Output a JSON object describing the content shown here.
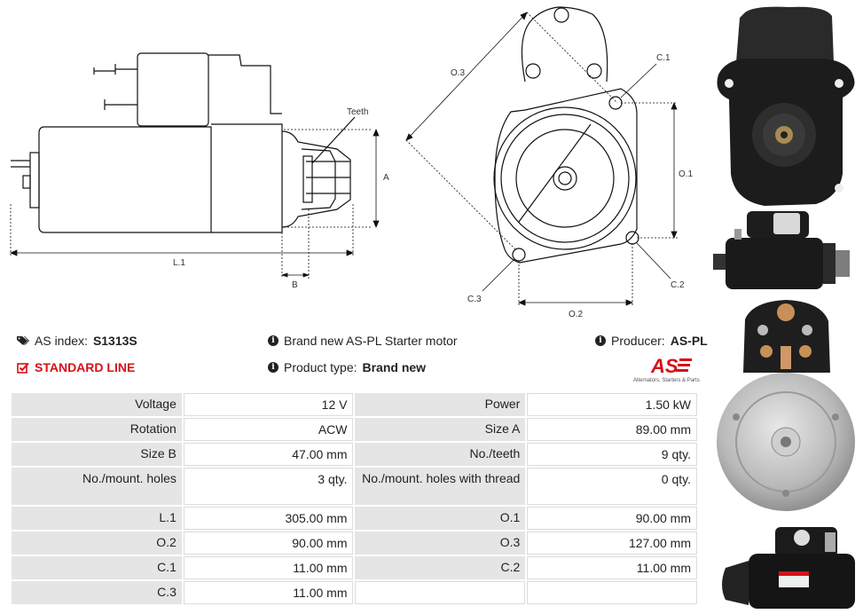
{
  "drawing": {
    "label_teeth": "Teeth",
    "label_a": "A",
    "label_b": "B",
    "label_l1": "L.1",
    "label_o1": "O.1",
    "label_o2": "O.2",
    "label_o3": "O.3",
    "label_c1": "C.1",
    "label_c2": "C.2",
    "label_c3": "C.3"
  },
  "info": {
    "as_index_label": "AS index:",
    "as_index_value": "S1313S",
    "standard_line": "STANDARD LINE",
    "description": "Brand new AS-PL Starter motor",
    "product_type_label": "Product type:",
    "product_type_value": "Brand new",
    "producer_label": "Producer:",
    "producer_value": "AS-PL"
  },
  "logo": {
    "brand": "AS",
    "tagline": "Alternators, Starters & Parts",
    "color": "#d4121a"
  },
  "specs": [
    {
      "l1": "Voltage",
      "v1": "12 V",
      "l2": "Power",
      "v2": "1.50 kW"
    },
    {
      "l1": "Rotation",
      "v1": "ACW",
      "l2": "Size A",
      "v2": "89.00 mm"
    },
    {
      "l1": "Size B",
      "v1": "47.00 mm",
      "l2": "No./teeth",
      "v2": "9 qty."
    },
    {
      "l1": "No./mount. holes",
      "v1": "3 qty.",
      "l2": "No./mount. holes with thread",
      "v2": "0 qty."
    },
    {
      "l1": "L.1",
      "v1": "305.00 mm",
      "l2": "O.1",
      "v2": "90.00 mm"
    },
    {
      "l1": "O.2",
      "v1": "90.00 mm",
      "l2": "O.3",
      "v2": "127.00 mm"
    },
    {
      "l1": "C.1",
      "v1": "11.00 mm",
      "l2": "C.2",
      "v2": "11.00 mm"
    },
    {
      "l1": "C.3",
      "v1": "11.00 mm",
      "l2": "",
      "v2": ""
    }
  ]
}
